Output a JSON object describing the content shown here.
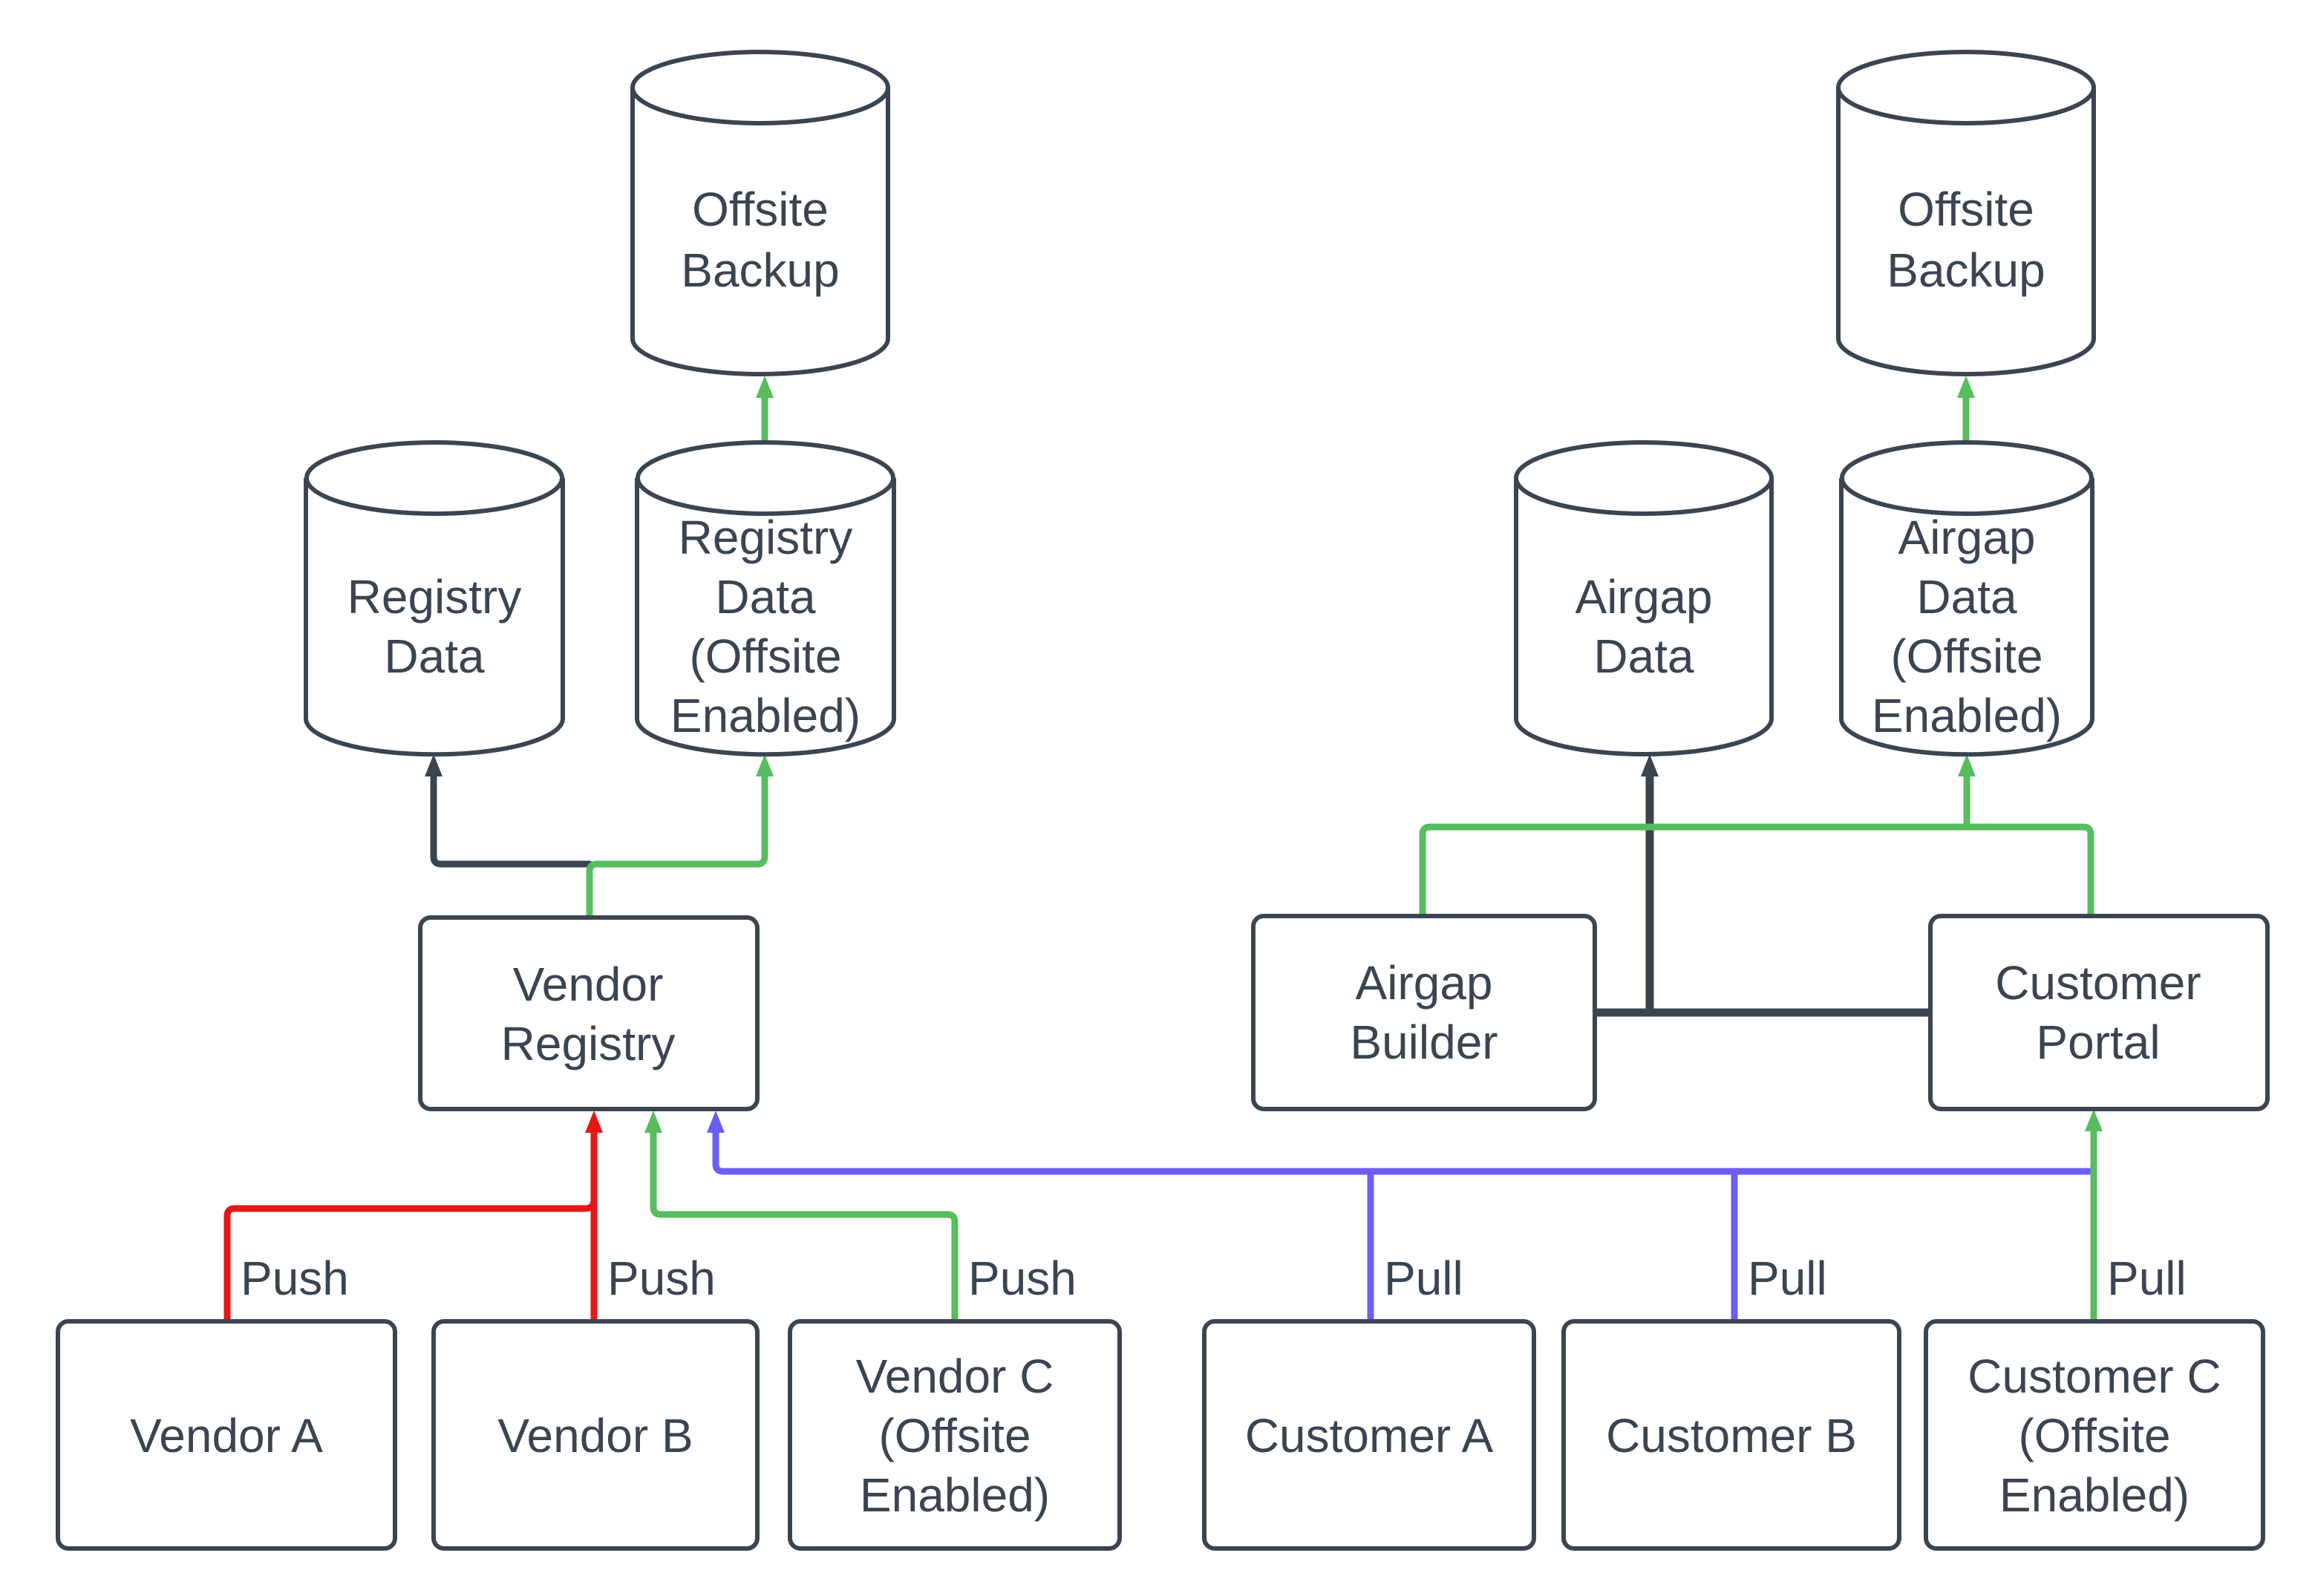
{
  "diagram": {
    "colors": {
      "background": "#ffffff",
      "shape_stroke": "#3b4551",
      "text": "#3b4551",
      "push_red": "#e61717",
      "offsite_green": "#57bd5e",
      "pull_blue": "#6b5ef7"
    },
    "nodes": {
      "offsite_backup_left": {
        "shape": "cylinder",
        "label": "Offsite Backup",
        "lines": [
          "Offsite",
          "Backup"
        ]
      },
      "registry_data": {
        "shape": "cylinder",
        "label": "Registry Data",
        "lines": [
          "Registry",
          "Data"
        ]
      },
      "registry_data_offsite": {
        "shape": "cylinder",
        "label": "Registry Data (Offsite Enabled)",
        "lines": [
          "Registry",
          "Data",
          "(Offsite",
          "Enabled)"
        ]
      },
      "vendor_registry": {
        "shape": "box",
        "label": "Vendor Registry",
        "lines": [
          "Vendor",
          "Registry"
        ]
      },
      "vendor_a": {
        "shape": "box",
        "label": "Vendor A",
        "lines": [
          "Vendor A"
        ]
      },
      "vendor_b": {
        "shape": "box",
        "label": "Vendor B",
        "lines": [
          "Vendor B"
        ]
      },
      "vendor_c": {
        "shape": "box",
        "label": "Vendor C (Offsite Enabled)",
        "lines": [
          "Vendor C",
          "(Offsite",
          "Enabled)"
        ]
      },
      "airgap_data": {
        "shape": "cylinder",
        "label": "Airgap Data",
        "lines": [
          "Airgap",
          "Data"
        ]
      },
      "airgap_data_offsite": {
        "shape": "cylinder",
        "label": "Airgap Data (Offsite Enabled)",
        "lines": [
          "Airgap",
          "Data",
          "(Offsite",
          "Enabled)"
        ]
      },
      "offsite_backup_right": {
        "shape": "cylinder",
        "label": "Offsite Backup",
        "lines": [
          "Offsite",
          "Backup"
        ]
      },
      "airgap_builder": {
        "shape": "box",
        "label": "Airgap Builder",
        "lines": [
          "Airgap",
          "Builder"
        ]
      },
      "customer_portal": {
        "shape": "box",
        "label": "Customer Portal",
        "lines": [
          "Customer",
          "Portal"
        ]
      },
      "customer_a": {
        "shape": "box",
        "label": "Customer A",
        "lines": [
          "Customer A"
        ]
      },
      "customer_b": {
        "shape": "box",
        "label": "Customer B",
        "lines": [
          "Customer B"
        ]
      },
      "customer_c": {
        "shape": "box",
        "label": "Customer C (Offsite Enabled)",
        "lines": [
          "Customer C",
          "(Offsite",
          "Enabled)"
        ]
      }
    },
    "edge_labels": {
      "push_vendor_a": "Push",
      "push_vendor_b": "Push",
      "push_vendor_c": "Push",
      "pull_customer_a": "Pull",
      "pull_customer_b": "Pull",
      "pull_customer_c": "Pull"
    },
    "edges": [
      {
        "from": "vendor_a",
        "to": "vendor_registry",
        "label": "Push",
        "color": "red"
      },
      {
        "from": "vendor_b",
        "to": "vendor_registry",
        "label": "Push",
        "color": "red"
      },
      {
        "from": "vendor_c",
        "to": "vendor_registry",
        "label": "Push",
        "color": "green"
      },
      {
        "from": "vendor_registry",
        "to": "registry_data",
        "label": "",
        "color": "dark"
      },
      {
        "from": "vendor_registry",
        "to": "registry_data_offsite",
        "label": "",
        "color": "green"
      },
      {
        "from": "registry_data_offsite",
        "to": "offsite_backup_left",
        "label": "",
        "color": "green"
      },
      {
        "from": "customer_a",
        "to": "vendor_registry",
        "label": "Pull",
        "color": "blue"
      },
      {
        "from": "customer_b",
        "to": "vendor_registry",
        "label": "Pull",
        "color": "blue"
      },
      {
        "from": "customer_portal",
        "to": "vendor_registry",
        "label": "",
        "color": "blue"
      },
      {
        "from": "customer_c",
        "to": "customer_portal",
        "label": "Pull",
        "color": "green"
      },
      {
        "from": "airgap_builder",
        "to": "airgap_data",
        "label": "",
        "color": "dark"
      },
      {
        "from": "customer_portal",
        "to": "airgap_data",
        "label": "",
        "color": "dark"
      },
      {
        "from": "airgap_builder",
        "to": "airgap_data_offsite",
        "label": "",
        "color": "green"
      },
      {
        "from": "customer_portal",
        "to": "airgap_data_offsite",
        "label": "",
        "color": "green"
      },
      {
        "from": "airgap_data_offsite",
        "to": "offsite_backup_right",
        "label": "",
        "color": "green"
      }
    ]
  }
}
